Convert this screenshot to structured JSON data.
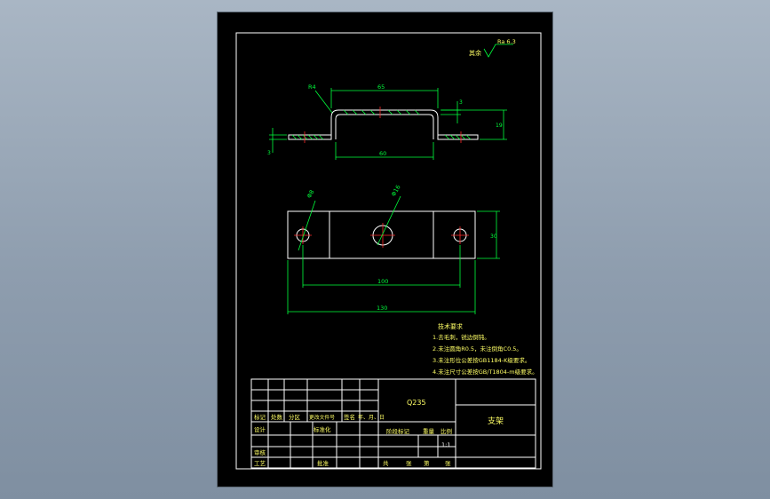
{
  "drawing": {
    "roughness_prefix": "其余",
    "roughness_value": "Ra 6.3",
    "dims_top": {
      "radius": "R4",
      "top_width": "65",
      "height_small": "3",
      "height_total": "19",
      "bottom_width": "60",
      "thickness": "3"
    },
    "dims_plan": {
      "hole_small": "Φ8",
      "hole_large": "Φ16",
      "height": "30",
      "hole_pitch": "100",
      "overall": "130"
    },
    "tech_title": "技术要求",
    "tech_notes": [
      "1.去毛刺，锐边倒钝。",
      "2.未注圆角R0.5，未注倒角C0.5。",
      "3.未注形位公差按GB1184-K级要求。",
      "4.未注尺寸公差按GB/T1804-m级要求。"
    ]
  },
  "title_block": {
    "material": "Q235",
    "part_name": "支架",
    "header_labels": [
      "标记",
      "处数",
      "分区",
      "更改文件号",
      "签名",
      "年、月、日"
    ],
    "design": "设计",
    "standardization": "标准化",
    "review": "审核",
    "process": "工艺",
    "approve": "批准",
    "stage_mark": "阶段标记",
    "weight": "重量",
    "scale_label": "比例",
    "scale_value": "1:1",
    "total_prefix": "共",
    "sheet_label": "张",
    "page_prefix": "第",
    "page_label": "张"
  }
}
